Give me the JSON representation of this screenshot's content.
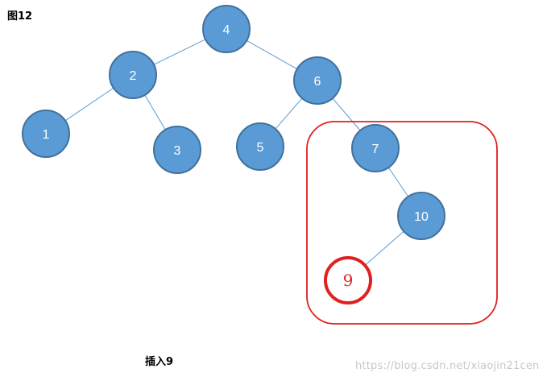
{
  "figure_label": "图12",
  "caption": "插入9",
  "watermark": "https://blog.csdn.net/xiaojin21cen",
  "colors": {
    "node_fill": "#5b9bd5",
    "node_stroke": "#41719c",
    "node_text": "#ffffff",
    "edge": "#5b9bd5",
    "highlight": "#e02020",
    "inserted_text": "#e02020"
  },
  "tree": {
    "nodes": [
      {
        "id": "n4",
        "label": "4"
      },
      {
        "id": "n2",
        "label": "2"
      },
      {
        "id": "n6",
        "label": "6"
      },
      {
        "id": "n1",
        "label": "1"
      },
      {
        "id": "n3",
        "label": "3"
      },
      {
        "id": "n5",
        "label": "5"
      },
      {
        "id": "n7",
        "label": "7"
      },
      {
        "id": "n10",
        "label": "10"
      },
      {
        "id": "n9",
        "label": "9",
        "inserted": true
      }
    ],
    "edges": [
      {
        "from": "n4",
        "to": "n2"
      },
      {
        "from": "n4",
        "to": "n6"
      },
      {
        "from": "n2",
        "to": "n1"
      },
      {
        "from": "n2",
        "to": "n3"
      },
      {
        "from": "n6",
        "to": "n5"
      },
      {
        "from": "n6",
        "to": "n7"
      },
      {
        "from": "n7",
        "to": "n10"
      },
      {
        "from": "n10",
        "to": "n9"
      }
    ],
    "highlighted_subtree": [
      "n7",
      "n10",
      "n9"
    ]
  }
}
